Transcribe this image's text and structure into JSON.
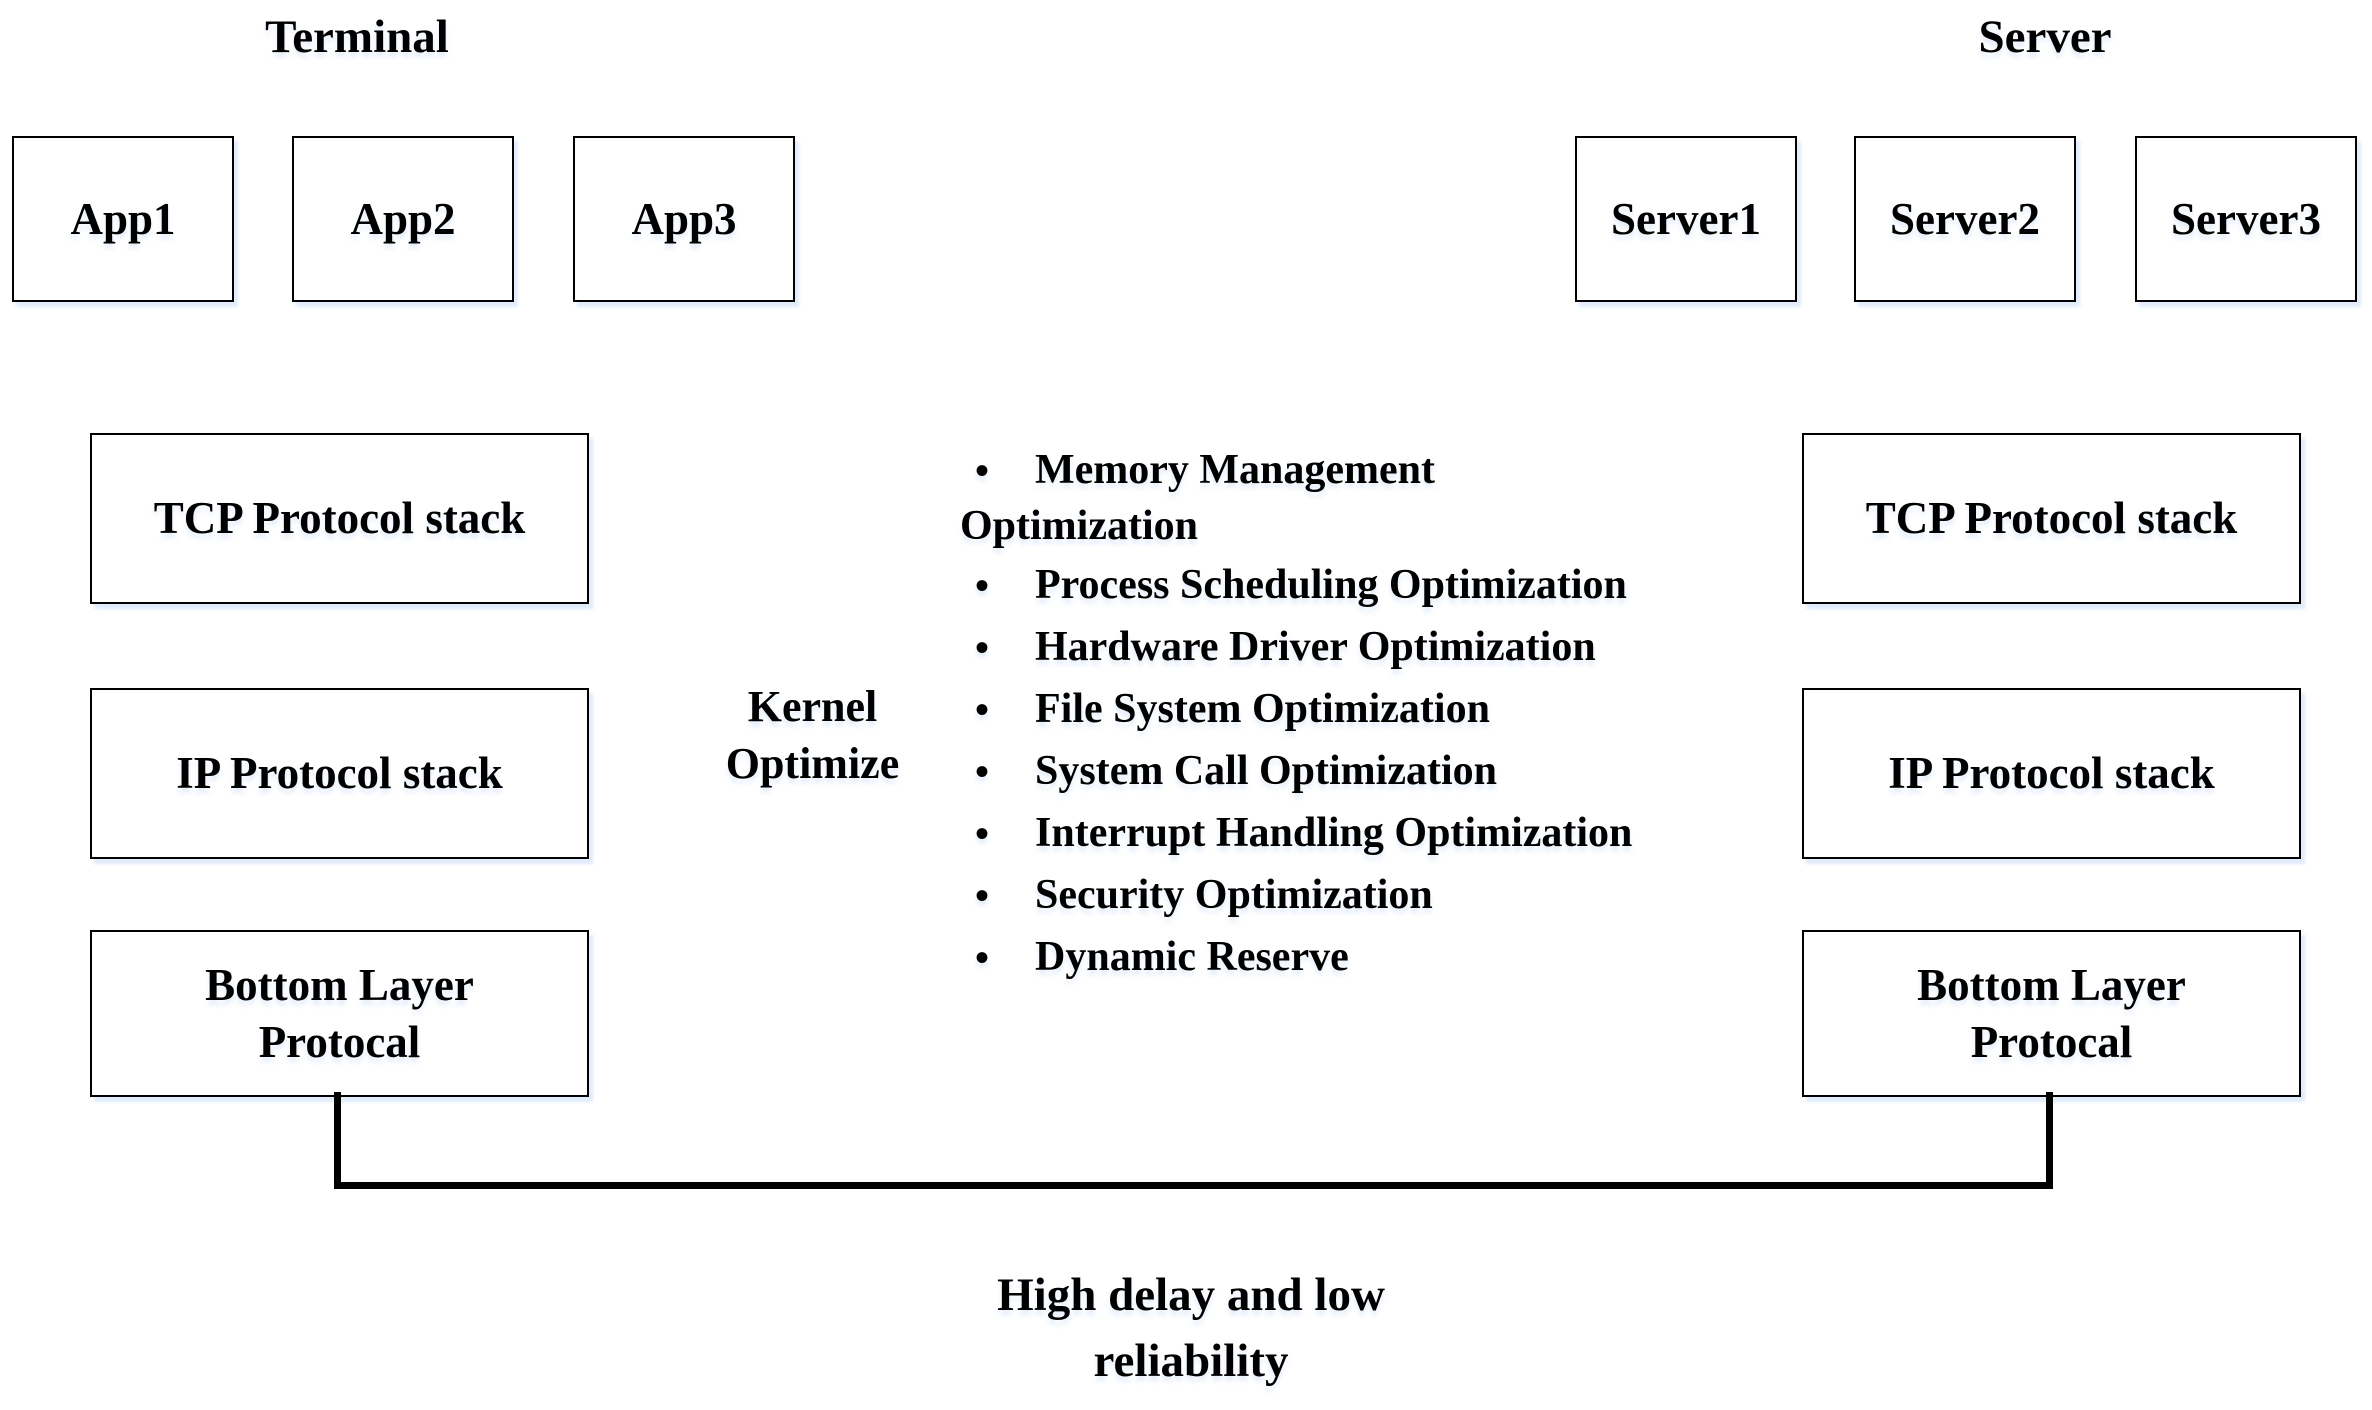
{
  "colors": {
    "ink": "#000000",
    "background": "#ffffff",
    "artifact_shadow": "#cbdef8"
  },
  "terminal": {
    "heading": "Terminal",
    "apps": [
      "App1",
      "App2",
      "App3"
    ]
  },
  "server": {
    "heading": "Server",
    "servers": [
      "Server1",
      "Server2",
      "Server3"
    ]
  },
  "stack_boxes": [
    {
      "lines": [
        "TCP Protocol stack"
      ]
    },
    {
      "lines": [
        "IP Protocol stack"
      ]
    },
    {
      "lines": [
        "Bottom Layer",
        "Protocal"
      ]
    }
  ],
  "kernel": {
    "label_lines": [
      "Kernel",
      "Optimize"
    ],
    "bullet_glyph": "•",
    "items": [
      {
        "lines": [
          "Memory Management",
          "Optimization"
        ]
      },
      {
        "lines": [
          "Process Scheduling Optimization"
        ]
      },
      {
        "lines": [
          "Hardware Driver Optimization"
        ]
      },
      {
        "lines": [
          "File System Optimization"
        ]
      },
      {
        "lines": [
          "System Call Optimization"
        ]
      },
      {
        "lines": [
          "Interrupt Handling Optimization"
        ]
      },
      {
        "lines": [
          "Security Optimization"
        ]
      },
      {
        "lines": [
          "Dynamic Reserve"
        ]
      }
    ]
  },
  "caption": {
    "lines": [
      "High delay and low",
      "reliability"
    ]
  }
}
